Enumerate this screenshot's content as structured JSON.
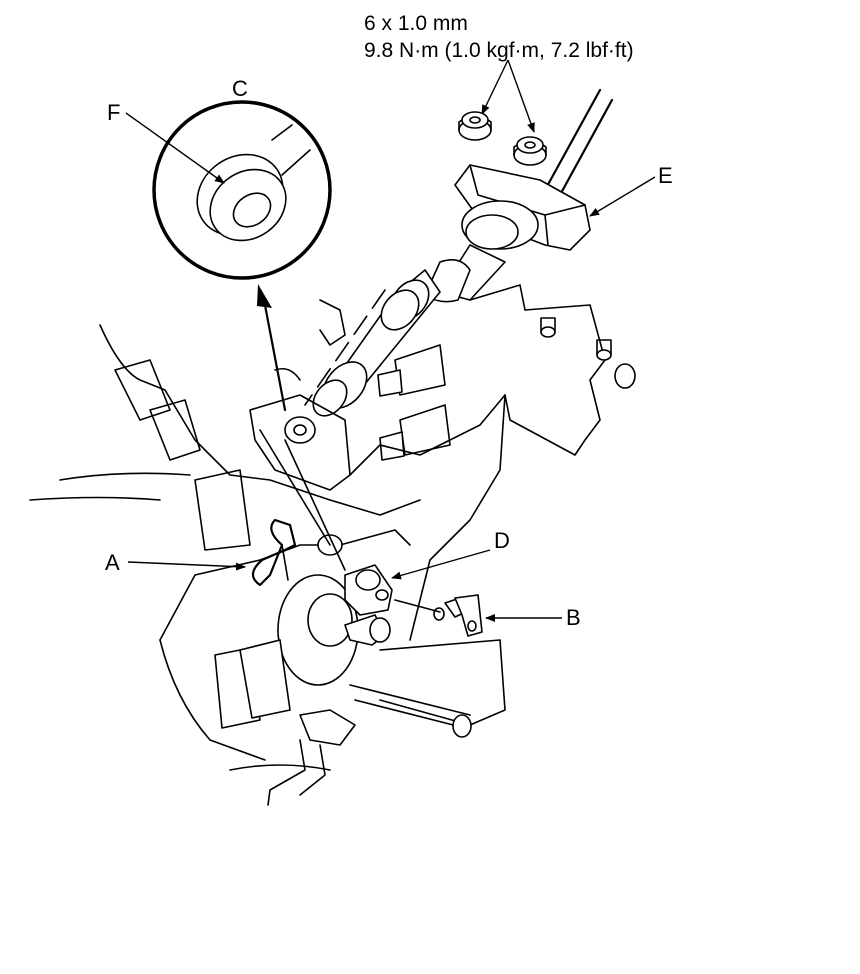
{
  "torque_spec": {
    "line1": "6 x 1.0 mm",
    "line2": "9.8 N·m (1.0 kgf·m, 7.2 lbf·ft)"
  },
  "labels": {
    "A": "A",
    "B": "B",
    "C": "C",
    "D": "D",
    "E": "E",
    "F": "F"
  }
}
